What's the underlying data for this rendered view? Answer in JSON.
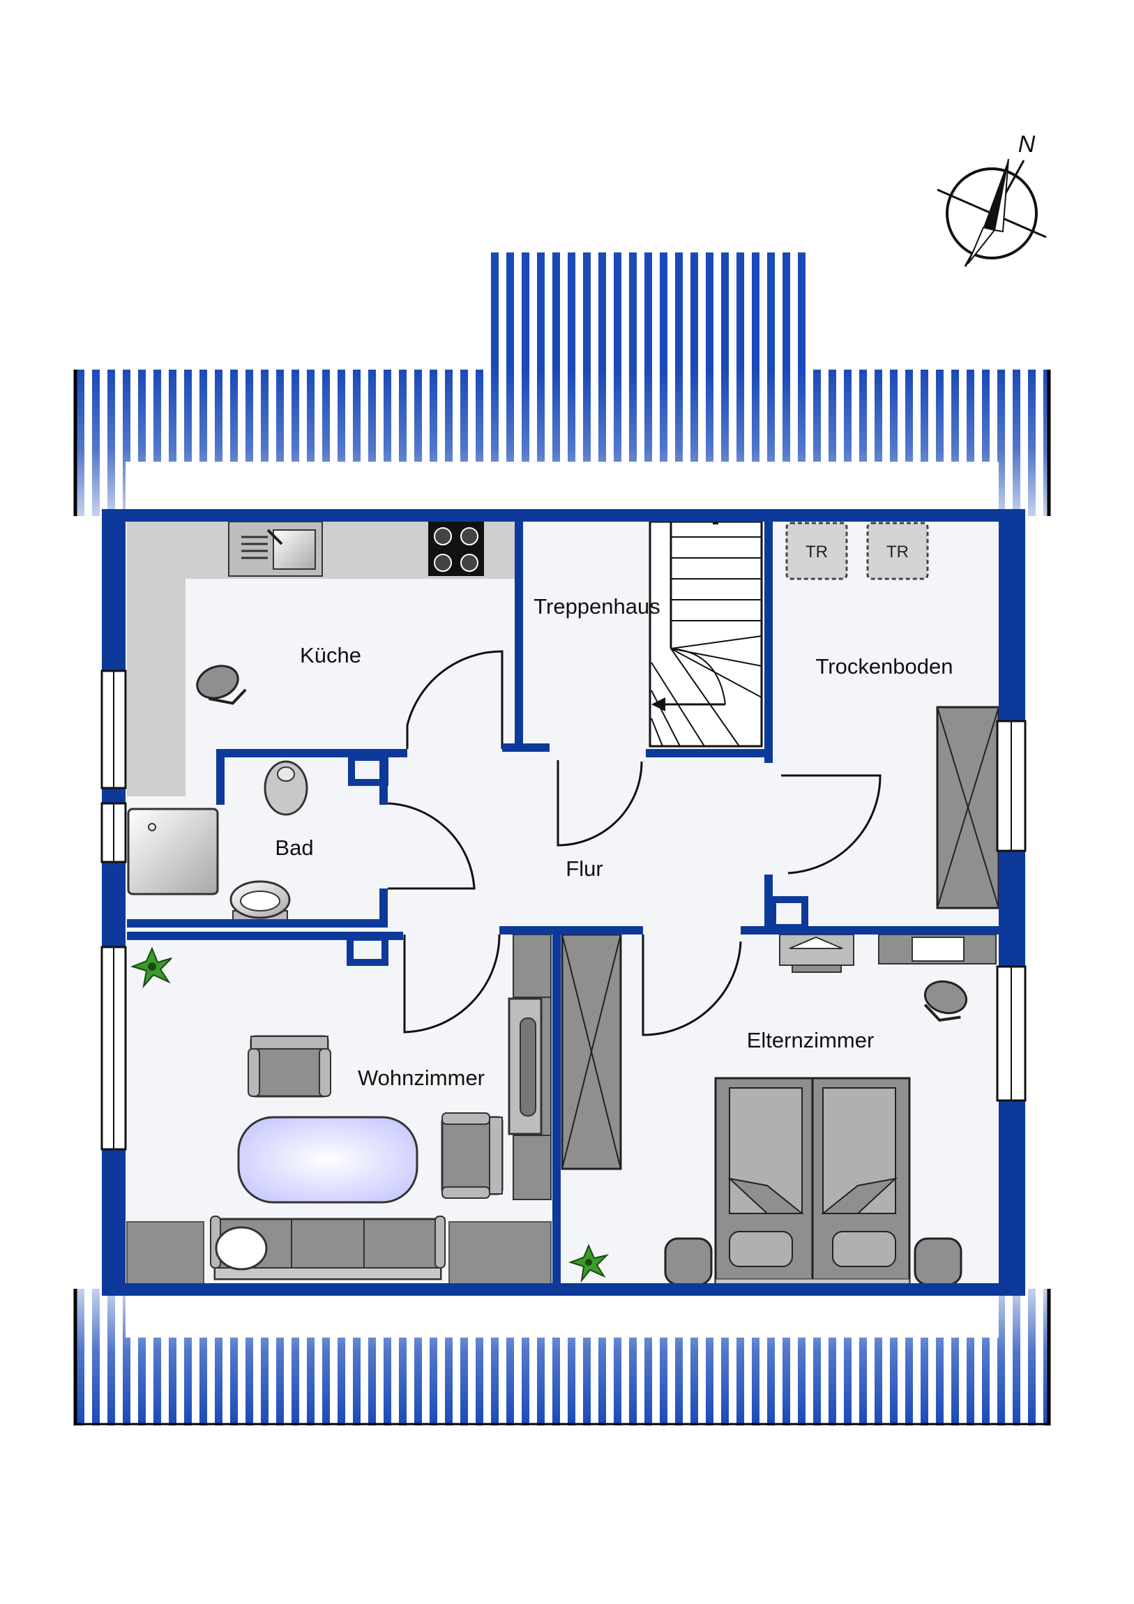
{
  "compass": {
    "label": "N"
  },
  "rooms": {
    "kueche": "Küche",
    "treppenhaus": "Treppenhaus",
    "trockenboden": "Trockenboden",
    "bad": "Bad",
    "flur": "Flur",
    "wohnzimmer": "Wohnzimmer",
    "elternzimmer": "Elternzimmer"
  },
  "dryers": [
    "TR",
    "TR"
  ],
  "colors": {
    "wall": "#0d3a9a",
    "roof_stripe": "#1a4ab8",
    "floor": "#f4f5f8",
    "furniture": "#8f8f8f",
    "furniture_dark": "#5c5c5c",
    "counter": "#cfcfcf",
    "window": "#ffffff",
    "table": "#dcdcff",
    "plant": "#3a9a2a"
  }
}
